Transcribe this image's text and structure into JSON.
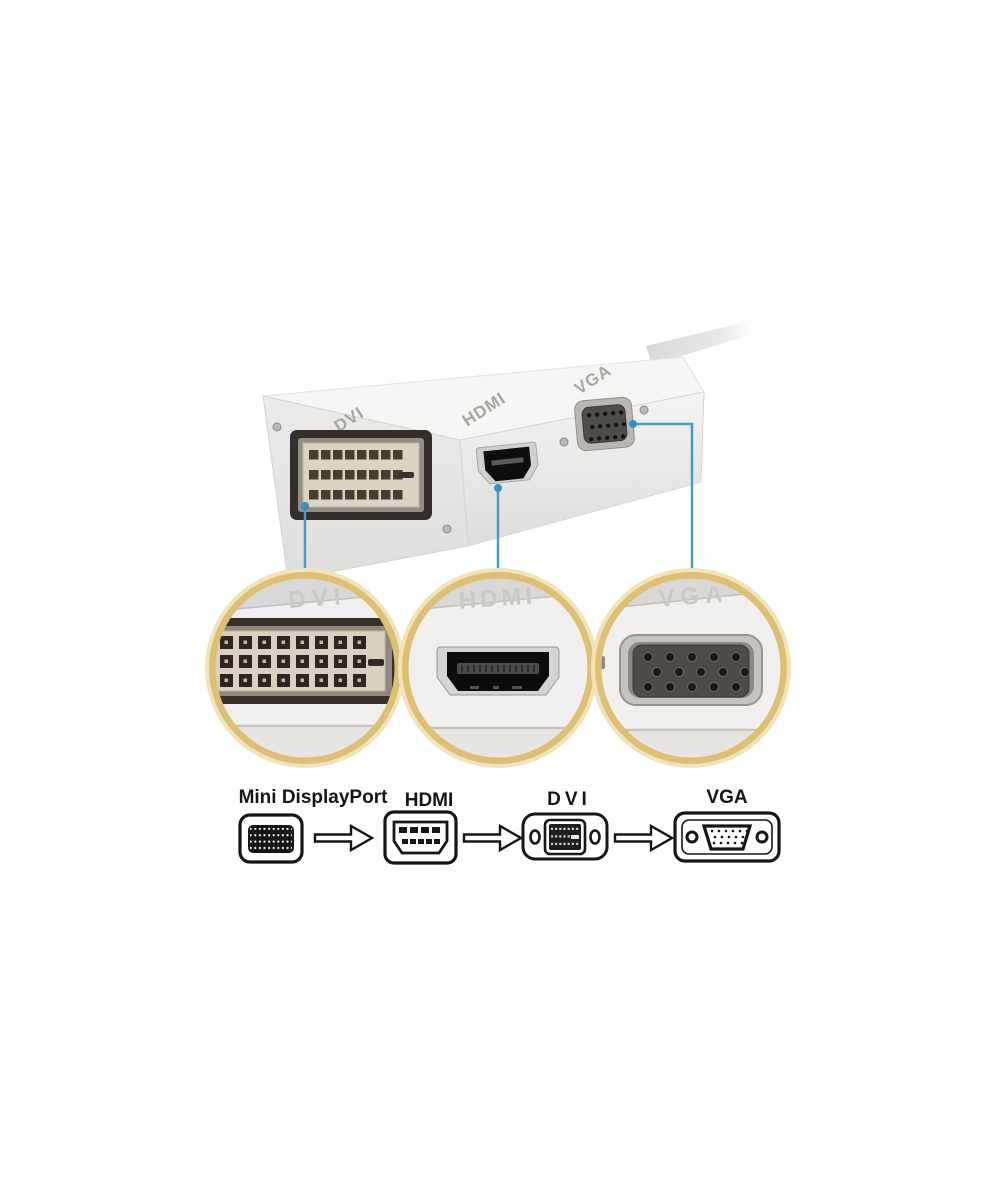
{
  "adapter": {
    "engraved_labels": {
      "dvi": "DVI",
      "hdmi": "HDMI",
      "vga": "VGA"
    }
  },
  "zoom_circles": {
    "dvi": {
      "embossed_label": "DVI"
    },
    "hdmi": {
      "embossed_label": "HDMI"
    },
    "vga": {
      "embossed_label": "VGA"
    }
  },
  "diagram": {
    "labels": {
      "mini_displayport": "Mini DisplayPort",
      "hdmi": "HDMI",
      "dvi": "DVI",
      "vga": "VGA"
    }
  },
  "icons": {
    "mini_displayport": "mini-displayport-connector-icon",
    "hdmi": "hdmi-connector-icon",
    "dvi": "dvi-connector-icon",
    "vga": "vga-connector-icon",
    "arrow": "right-arrow-icon"
  },
  "colors": {
    "callout_blue": "#3f9fc8",
    "ring_gold": "#ddc072",
    "ring_gold_light": "#f1e4bb",
    "diagram_ink": "#161616"
  }
}
